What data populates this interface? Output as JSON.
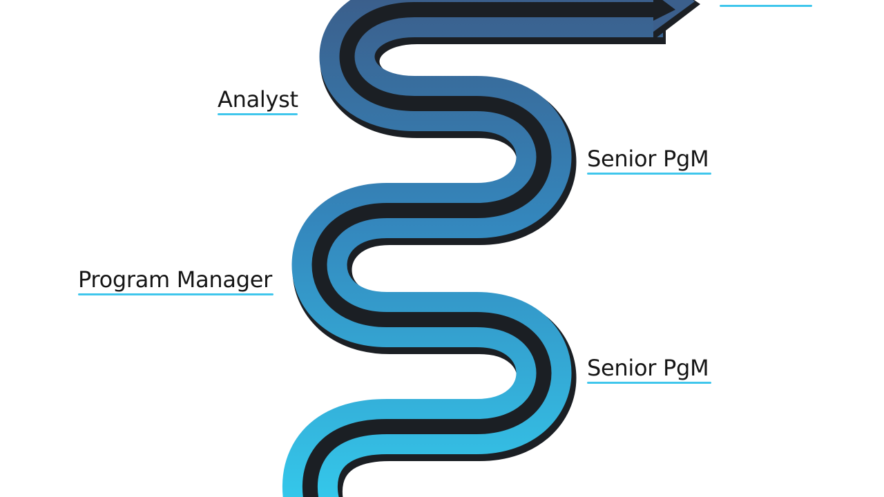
{
  "milestones": [
    {
      "label": ""
    },
    {
      "label": "Analyst"
    },
    {
      "label": "Senior PgM"
    },
    {
      "label": "Program Manager"
    },
    {
      "label": "Senior PgM"
    }
  ],
  "colors": {
    "path_top": "#3b5f8c",
    "path_bottom": "#34c7ea",
    "path_core": "#1b1f24",
    "underline": "#3fc6ec",
    "text": "#151515"
  }
}
